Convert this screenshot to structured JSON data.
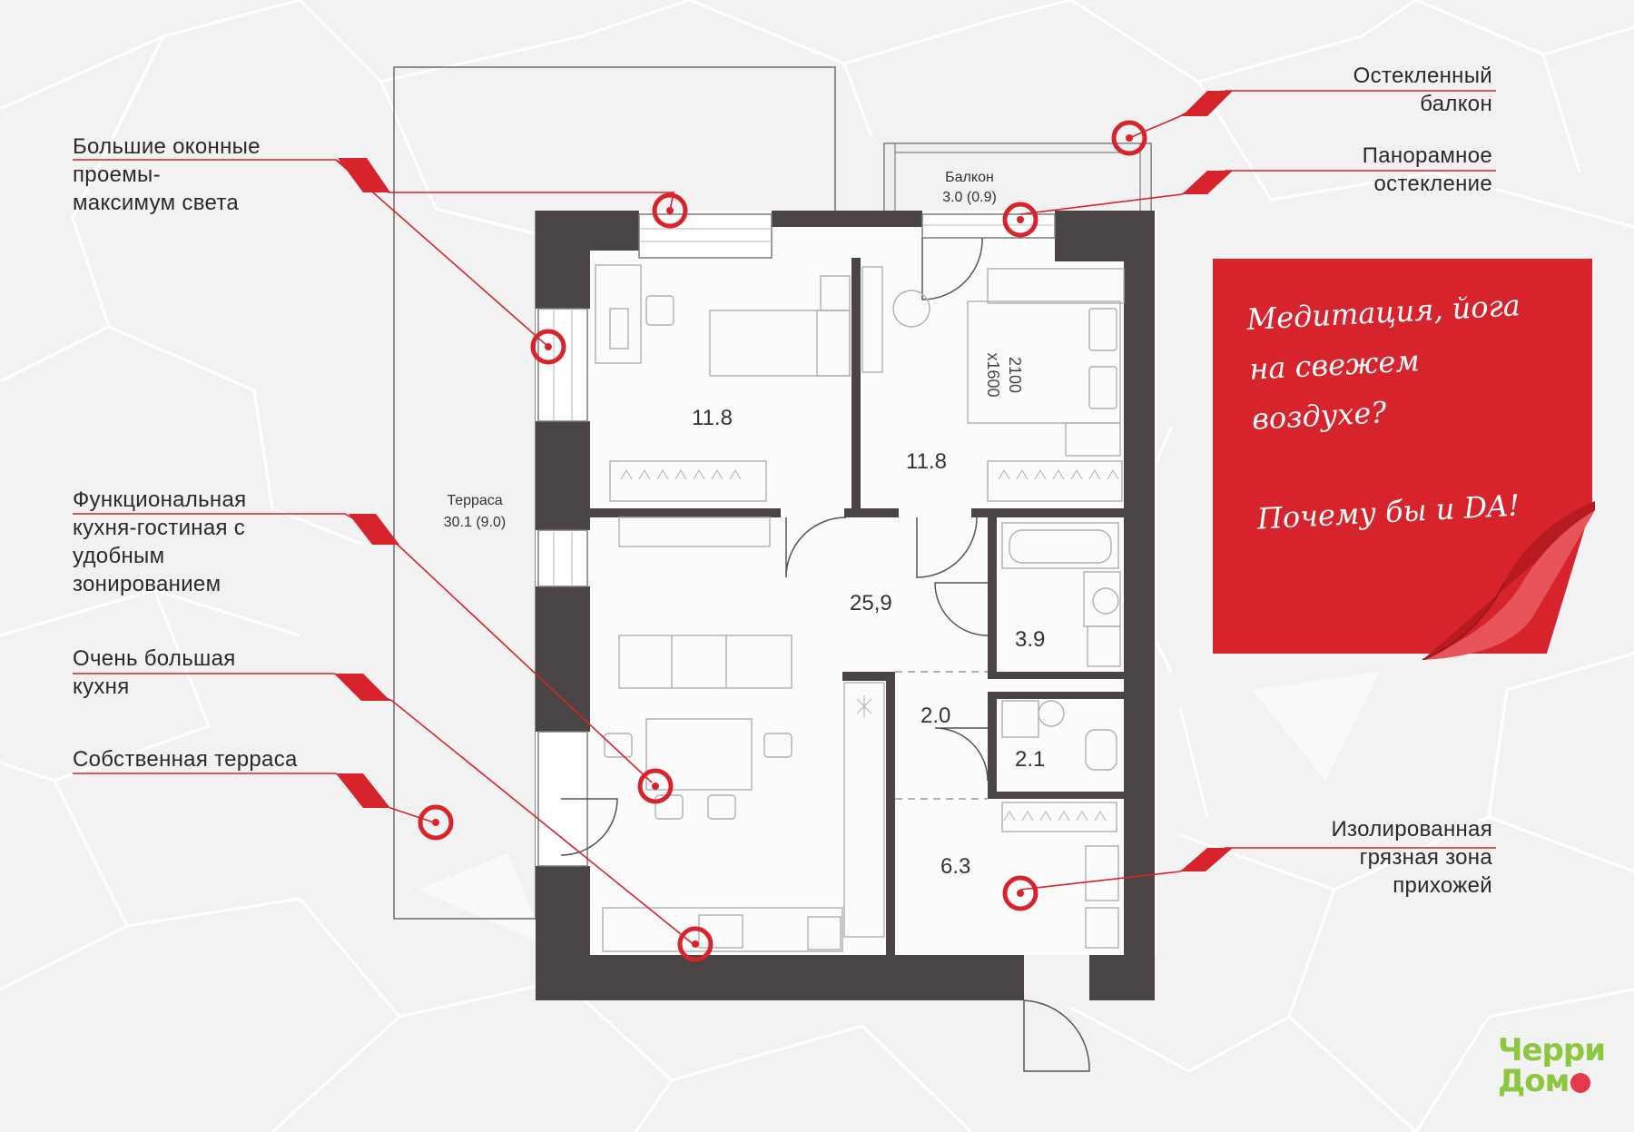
{
  "colors": {
    "accent": "#d6232c",
    "wall": "#4a4444",
    "text": "#2a2a2a",
    "logo": "#8dc63f"
  },
  "callouts_left": [
    {
      "lines": [
        "Большие оконные",
        "проемы-",
        "максимум света"
      ]
    },
    {
      "lines": [
        "Функциональная",
        "кухня-гостиная с",
        "удобным",
        "зонированием"
      ]
    },
    {
      "lines": [
        "Очень большая",
        "кухня"
      ]
    },
    {
      "lines": [
        "Собственная терраса"
      ]
    }
  ],
  "callouts_right": [
    {
      "lines": [
        "Остекленный",
        "балкон"
      ]
    },
    {
      "lines": [
        "Панорамное",
        "остекление"
      ]
    },
    {
      "lines": [
        "Изолированная",
        "грязная зона",
        "прихожей"
      ]
    }
  ],
  "rooms": {
    "bedroom_left": "11.8",
    "bedroom_right": "11.8",
    "living": "25,9",
    "bath": "3.9",
    "hall": "2.0",
    "wc": "2.1",
    "entry": "6.3",
    "terrace_name": "Терраса",
    "terrace_area": "30.1 (9.0)",
    "balcony_name": "Балкон",
    "balcony_area": "3.0 (0.9)",
    "bed_size_1": "2100",
    "bed_size_2": "x1600"
  },
  "note": {
    "lines": [
      "Медитация, йога",
      "на свежем",
      "воздухе?",
      "",
      "Почему бы и DA!"
    ]
  },
  "logo": {
    "line1": "Черри",
    "line2": "Дом"
  }
}
